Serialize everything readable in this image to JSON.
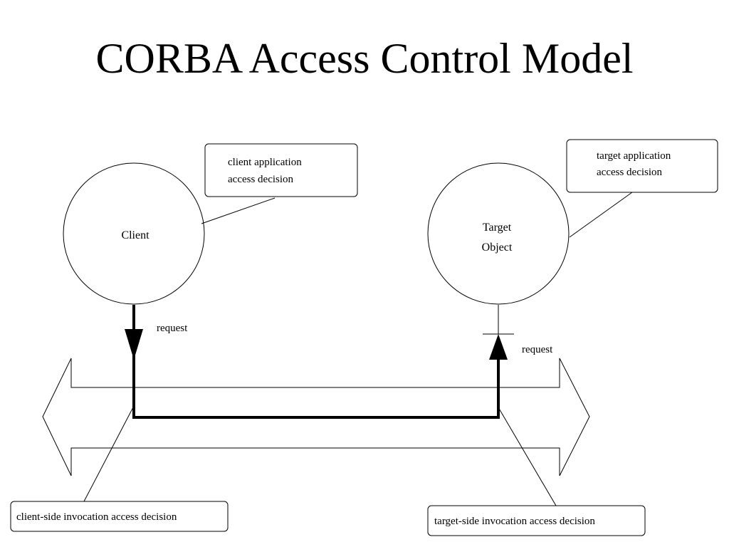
{
  "title": "CORBA Access Control Model",
  "nodes": {
    "client": {
      "label": "Client"
    },
    "target": {
      "line1": "Target",
      "line2": "Object"
    }
  },
  "callouts": {
    "client_app": {
      "line1": "client application",
      "line2": "access decision"
    },
    "target_app": {
      "line1": "target application",
      "line2": "access decision"
    },
    "client_side": {
      "text": "client-side invocation access decision"
    },
    "target_side": {
      "text": "target-side invocation access decision"
    }
  },
  "arrows": {
    "client_request": "request",
    "target_request": "request"
  }
}
